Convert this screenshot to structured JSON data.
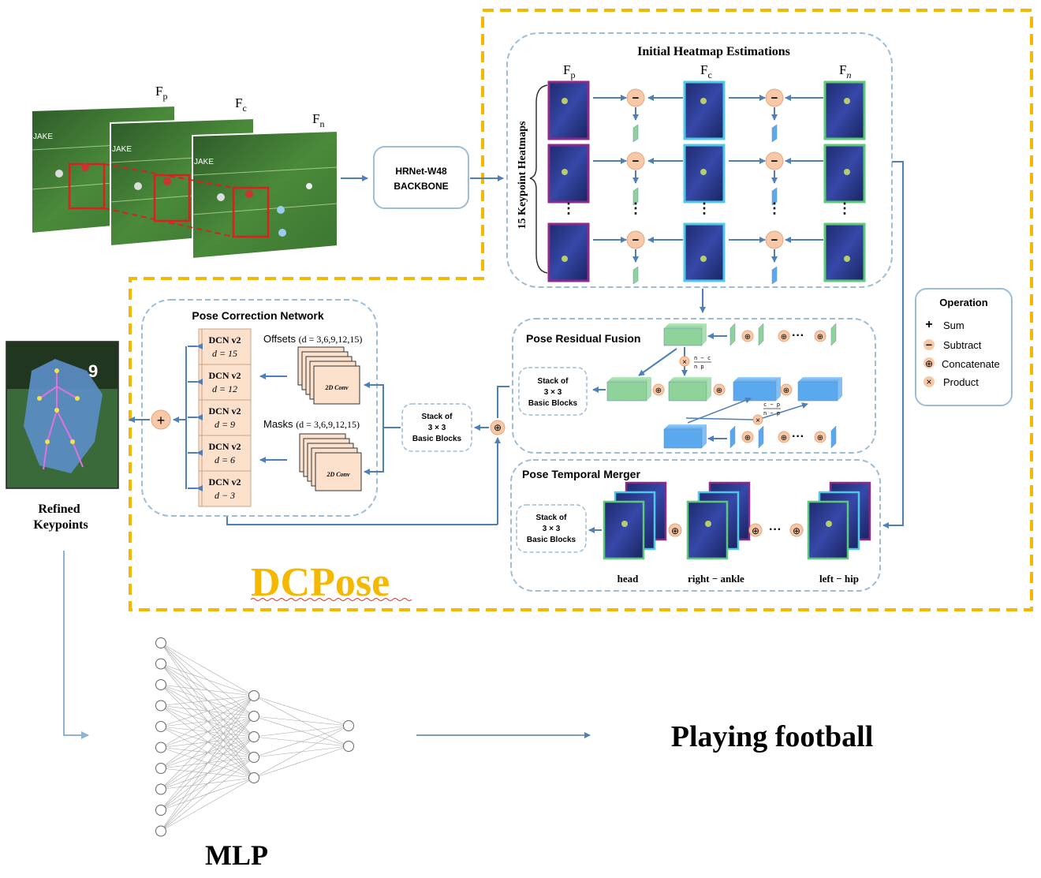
{
  "inputs": {
    "frame_labels": [
      "F",
      "F",
      "F"
    ],
    "frame_subs": [
      "p",
      "c",
      "n"
    ],
    "backbone_line1": "HRNet-W48",
    "backbone_line2": "BACKBONE"
  },
  "heatmaps": {
    "title": "Initial Heatmap Estimations",
    "col_labels": [
      "F",
      "F",
      "F"
    ],
    "col_subs": [
      "p",
      "c",
      "n"
    ],
    "side_label": "15 Keypoint Heatmaps",
    "dots": "⋮"
  },
  "pose_correction": {
    "title": "Pose Correction Network",
    "dcn": [
      {
        "name": "DCN v2",
        "d": "d = 15"
      },
      {
        "name": "DCN v2",
        "d": "d = 12"
      },
      {
        "name": "DCN v2",
        "d": "d = 9"
      },
      {
        "name": "DCN v2",
        "d": "d = 6"
      },
      {
        "name": "DCN v2",
        "d": "d − 3"
      }
    ],
    "offsets_label": "Offsets",
    "offsets_d": "(d = 3,6,9,12,15)",
    "masks_label": "Masks",
    "masks_d": "(d = 3,6,9,12,15)",
    "conv_label": "2D Conv",
    "sum_symbol": "+"
  },
  "stack_block": {
    "line1": "Stack of",
    "line2": "3 × 3",
    "line3": "Basic Blocks"
  },
  "residual_fusion": {
    "title": "Pose Residual Fusion",
    "frac1_num": "n − c",
    "frac1_den": "n   p",
    "frac2_num": "c − p",
    "frac2_den": "n − p",
    "ellipsis": "···"
  },
  "temporal_merger": {
    "title": "Pose Temporal Merger",
    "labels": [
      "head",
      "right − ankle",
      "left − hip"
    ],
    "ellipsis": "···"
  },
  "operation_legend": {
    "title": "Operation",
    "items": [
      {
        "symbol": "+",
        "label": "Sum"
      },
      {
        "symbol": "−",
        "label": "Subtract"
      },
      {
        "symbol": "⊕",
        "label": "Concatenate"
      },
      {
        "symbol": "×",
        "label": "Product"
      }
    ]
  },
  "output": {
    "line1": "Refined",
    "line2": "Keypoints"
  },
  "dcpose_label": "DCPose",
  "mlp_label": "MLP",
  "result_label": "Playing football",
  "colors": {
    "dashed_orange": "#f5b800",
    "panel_border": "#9dbcd8",
    "arrow_blue": "#4e7fb8",
    "dcn_fill": "#fbe0cc",
    "green_block": "#8fd39a",
    "blue_block": "#5aa9ee"
  }
}
